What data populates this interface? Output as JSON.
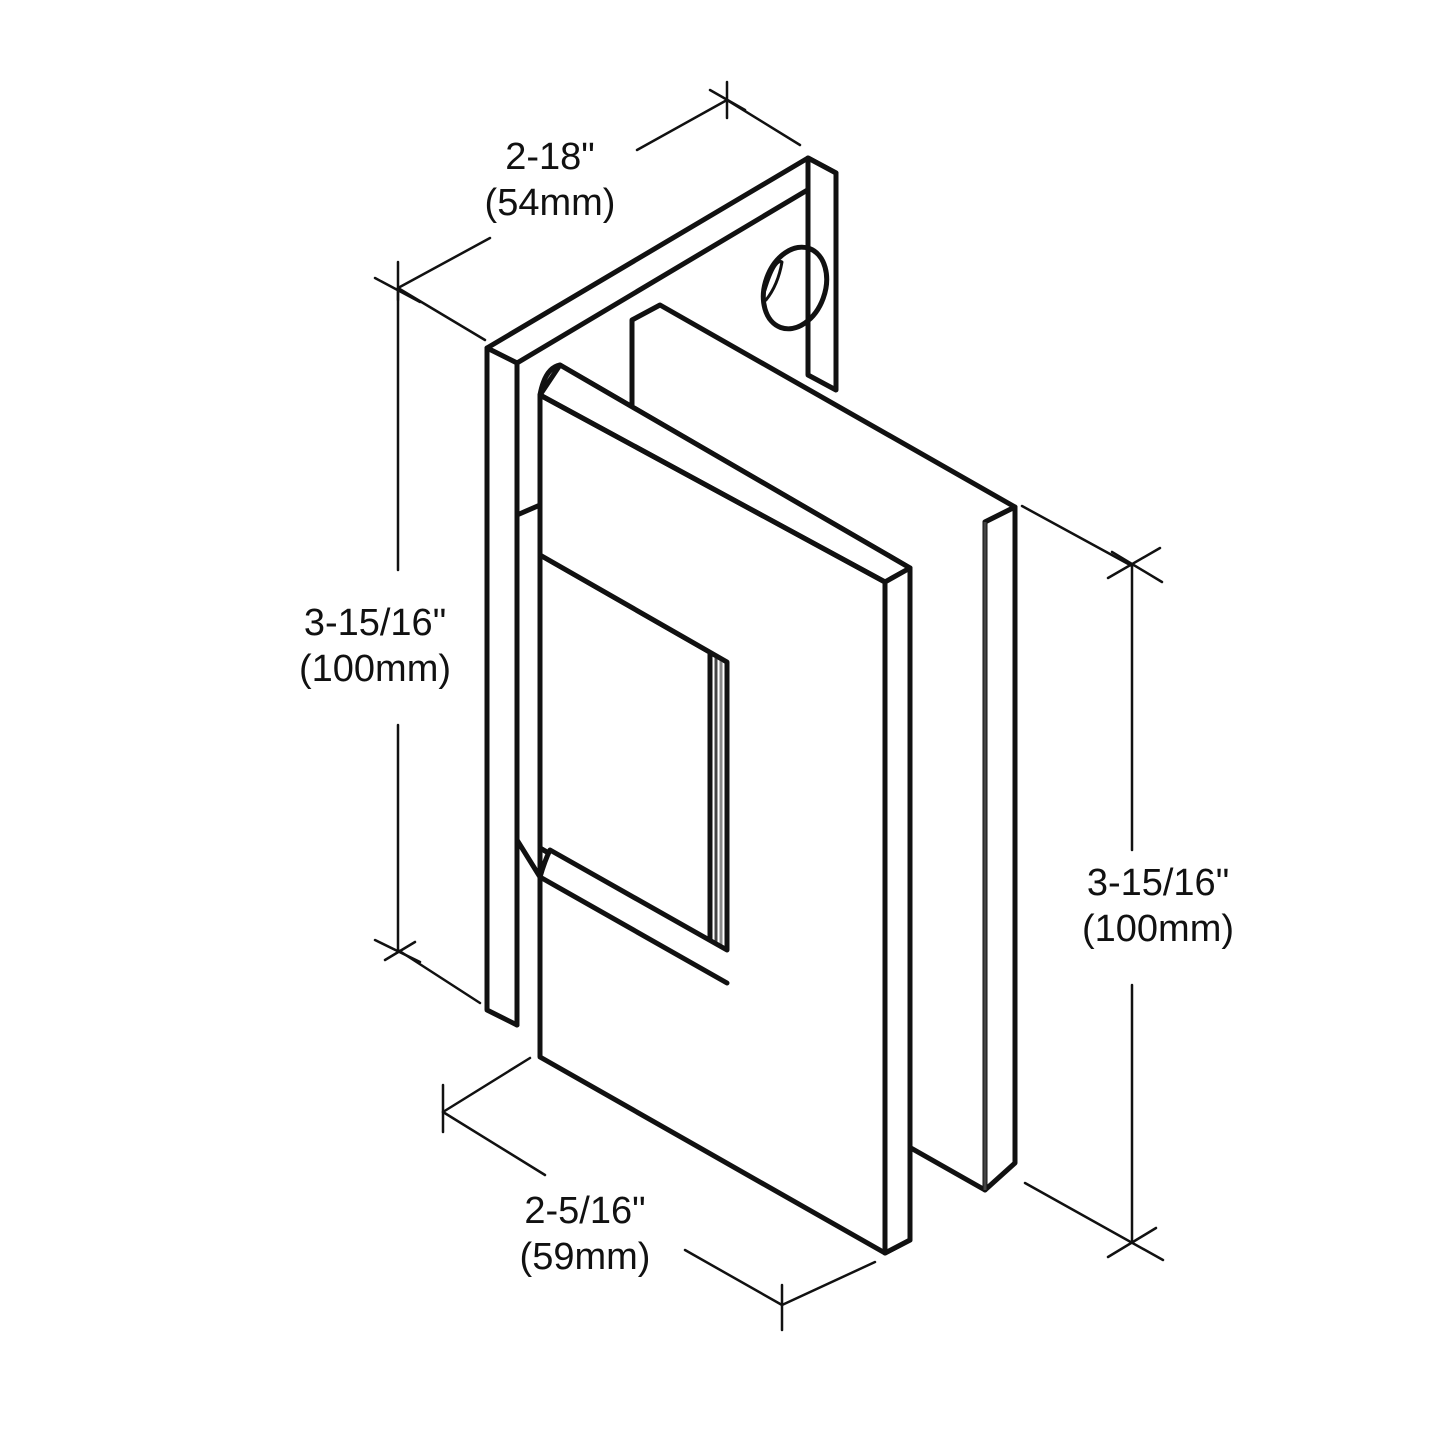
{
  "diagram": {
    "subject": "Wall-mount glass hinge dimension drawing",
    "line_color": "#111111",
    "background": "#ffffff",
    "dimensions": {
      "top_width": {
        "imperial": "2-18\"",
        "metric": "(54mm)"
      },
      "left_height": {
        "imperial": "3-15/16\"",
        "metric": "(100mm)"
      },
      "right_height": {
        "imperial": "3-15/16\"",
        "metric": "(100mm)"
      },
      "bottom_width": {
        "imperial": "2-5/16\"",
        "metric": "(59mm)"
      }
    }
  }
}
